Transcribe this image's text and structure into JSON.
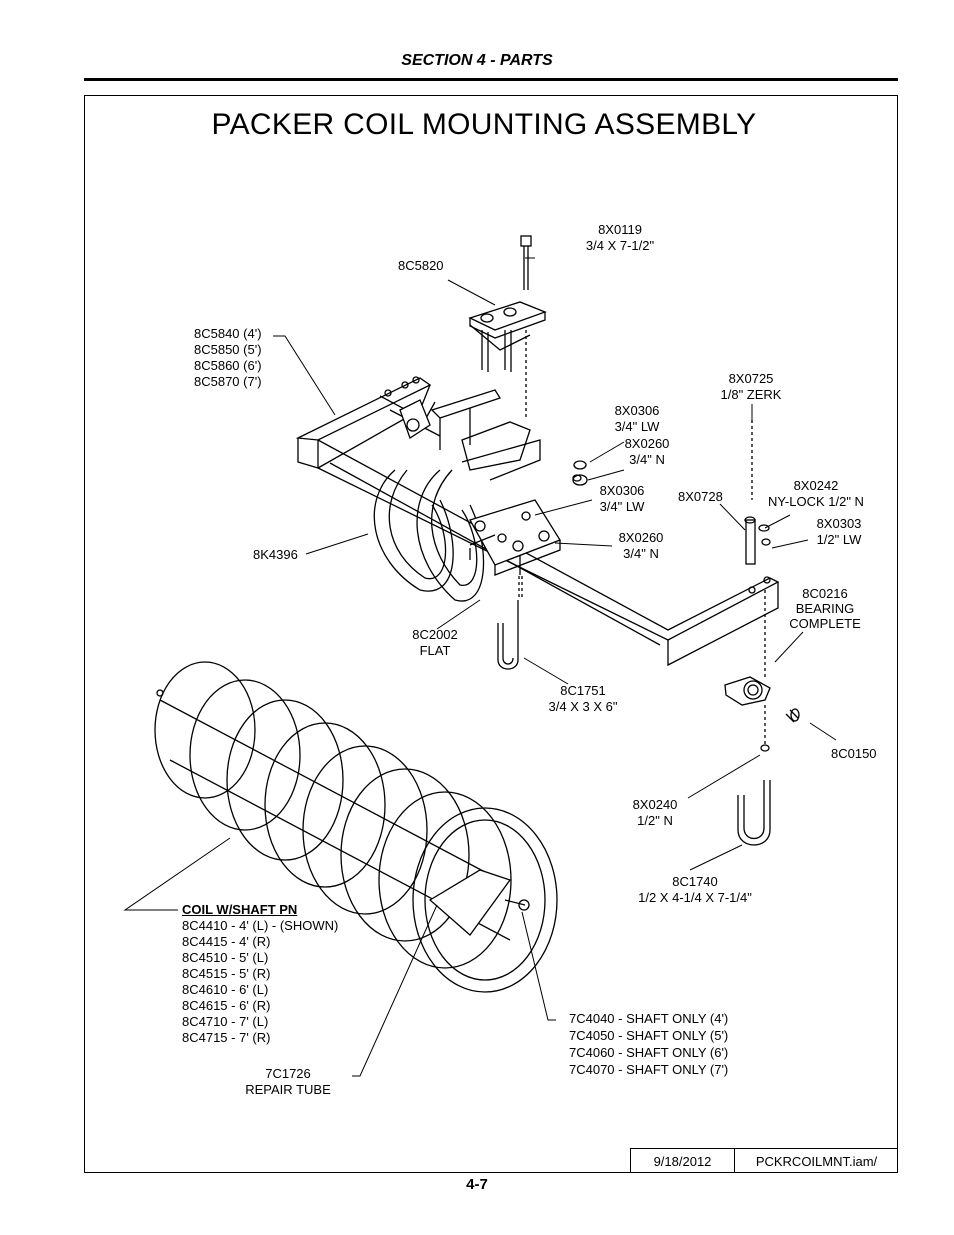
{
  "header": {
    "section": "SECTION 4 - PARTS"
  },
  "title": "PACKER COIL MOUNTING ASSEMBLY",
  "labels": {
    "p8X0119": [
      "8X0119",
      "3/4 X 7-1/2\""
    ],
    "p8C5820": [
      "8C5820"
    ],
    "p8C58xx": [
      "8C5840 (4')",
      "8C5850 (5')",
      "8C5860 (6')",
      "8C5870 (7')"
    ],
    "p8X0725": [
      "8X0725",
      "1/8\" ZERK"
    ],
    "p8X0306a": [
      "8X0306",
      "3/4\" LW"
    ],
    "p8X0260a": [
      "8X0260",
      "3/4\" N"
    ],
    "p8X0306b": [
      "8X0306",
      "3/4\" LW"
    ],
    "p8X0728": [
      "8X0728"
    ],
    "p8X0242": [
      "8X0242",
      "NY-LOCK 1/2\" N"
    ],
    "p8X0303": [
      "8X0303",
      "1/2\" LW"
    ],
    "p8X0260b": [
      "8X0260",
      "3/4\" N"
    ],
    "p8K4396": [
      "8K4396"
    ],
    "p8C0216": [
      "8C0216",
      "BEARING",
      "COMPLETE"
    ],
    "p8C2002": [
      "8C2002",
      "FLAT"
    ],
    "p8C1751": [
      "8C1751",
      "3/4 X 3 X 6\""
    ],
    "p8C0150": [
      "8C0150"
    ],
    "p8X0240": [
      "8X0240",
      "1/2\" N"
    ],
    "p8C1740": [
      "8C1740",
      "1/2 X 4-1/4 X 7-1/4\""
    ],
    "coil": {
      "heading": "COIL W/SHAFT PN",
      "items": [
        "8C4410 - 4' (L) - (SHOWN)",
        "8C4415 - 4' (R)",
        "8C4510 - 5' (L)",
        "8C4515 - 5' (R)",
        "8C4610 - 6' (L)",
        "8C4615 - 6' (R)",
        "8C4710 - 7' (L)",
        "8C4715 - 7' (R)"
      ]
    },
    "shaft": [
      "7C4040 - SHAFT ONLY (4')",
      "7C4050 - SHAFT ONLY (5')",
      "7C4060 - SHAFT ONLY (6')",
      "7C4070 - SHAFT ONLY (7')"
    ],
    "p7C1726": [
      "7C1726",
      "REPAIR TUBE"
    ]
  },
  "title_block": {
    "date": "9/18/2012",
    "file": "PCKRCOILMNT.iam/"
  },
  "page_number": "4-7"
}
